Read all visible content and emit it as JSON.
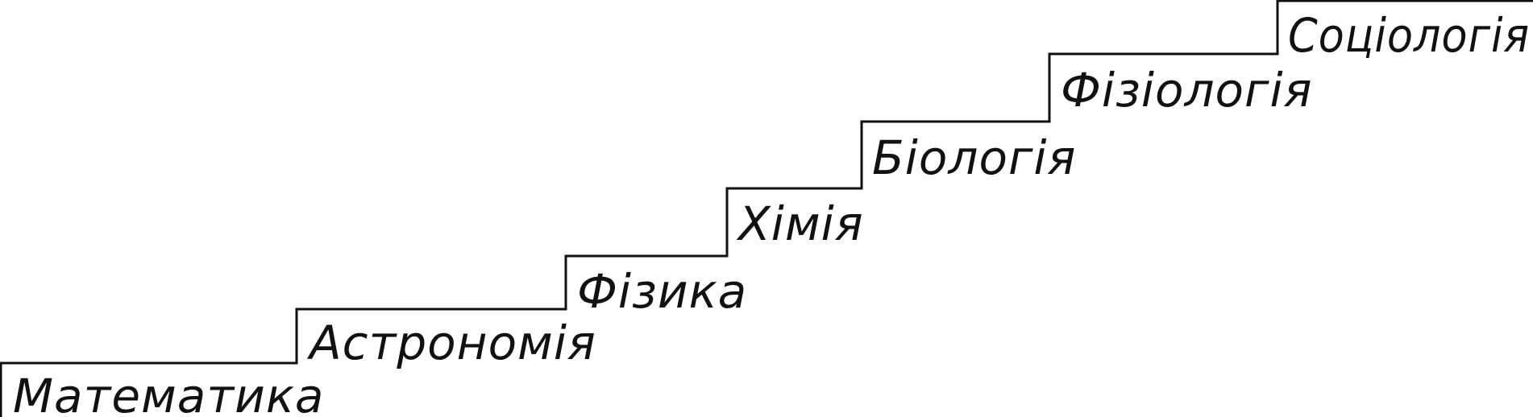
{
  "diagram": {
    "type": "staircase",
    "line_color": "#111111",
    "steps": [
      {
        "label": "Математика"
      },
      {
        "label": "Астрономія"
      },
      {
        "label": "Фізика"
      },
      {
        "label": "Хімія"
      },
      {
        "label": "Біологія"
      },
      {
        "label": "Фізіологія"
      },
      {
        "label": "Соціологія"
      }
    ]
  }
}
